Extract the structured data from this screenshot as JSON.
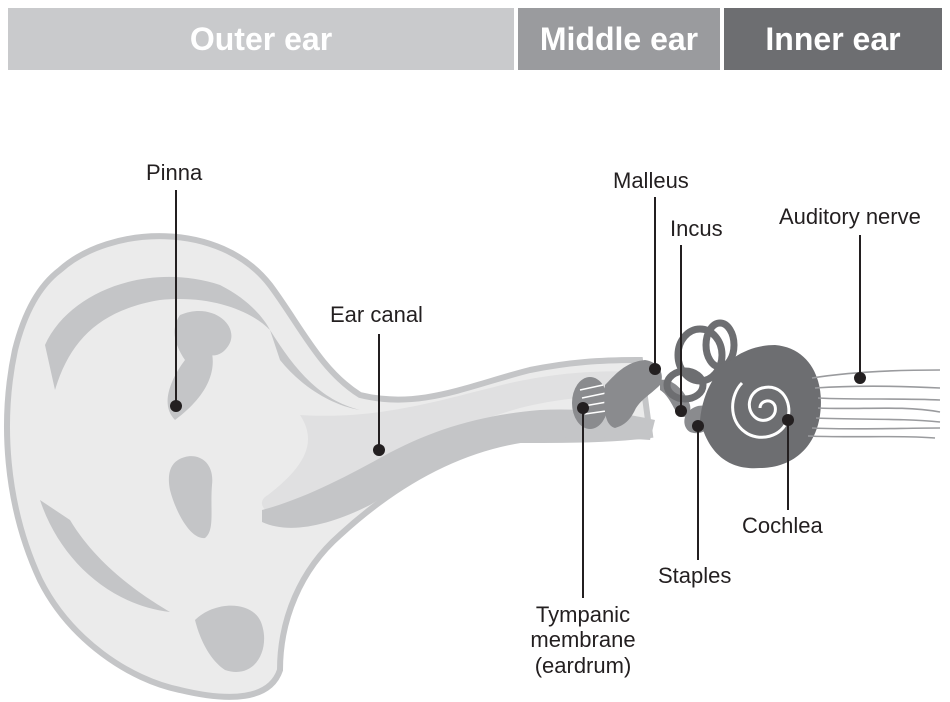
{
  "regions": {
    "outer": "Outer ear",
    "middle": "Middle ear",
    "inner": "Inner ear"
  },
  "labels": {
    "pinna": "Pinna",
    "ear_canal": "Ear canal",
    "malleus": "Malleus",
    "incus": "Incus",
    "auditory_nerve": "Auditory nerve",
    "cochlea": "Cochlea",
    "staples": "Staples",
    "tympanic_line1": "Tympanic",
    "tympanic_line2": "membrane",
    "tympanic_line3": "(eardrum)"
  },
  "colors": {
    "outer_band": "#c9cacc",
    "middle_band": "#9a9b9e",
    "inner_band": "#6d6e71",
    "ear_fill": "#ebebeb",
    "ear_shade": "#c4c5c7",
    "ossicle": "#8a8b8e",
    "cochlea": "#6d6e71",
    "leader": "#231f20"
  }
}
